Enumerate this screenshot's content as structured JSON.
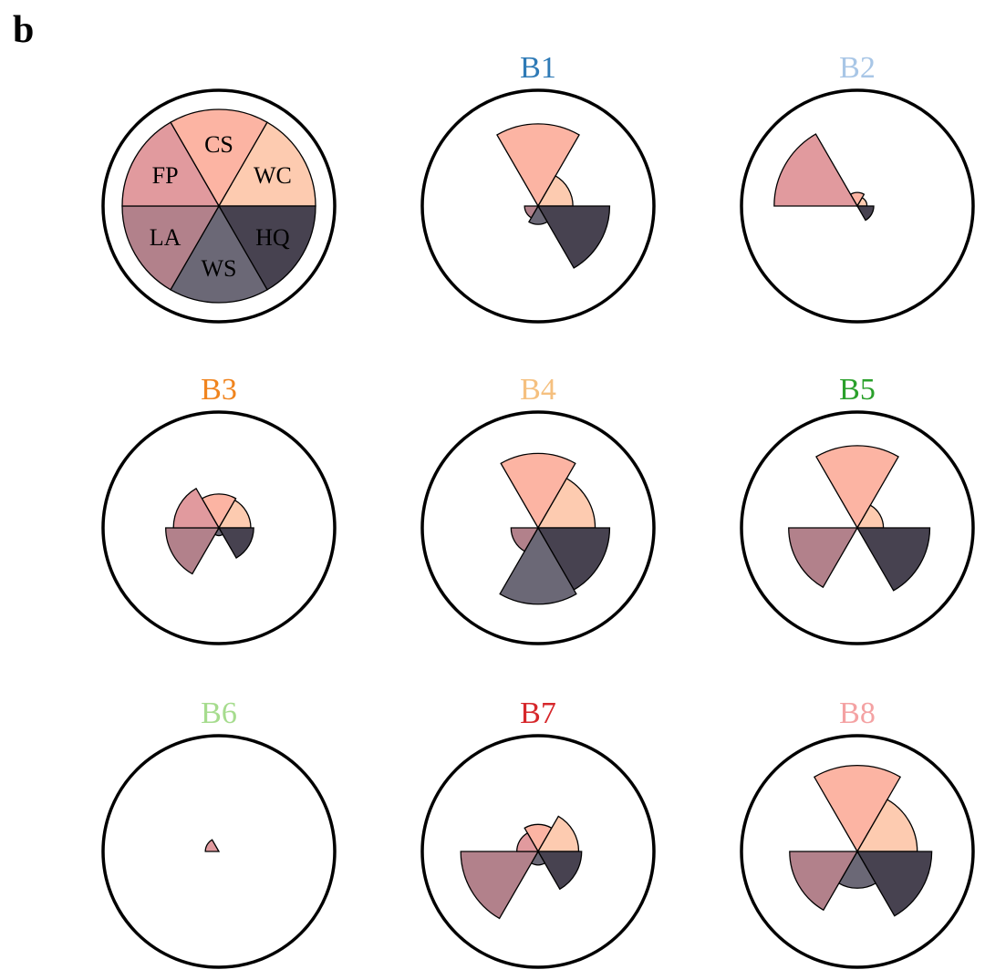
{
  "panel_label": "b",
  "colors": {
    "CS": "#fcb4a3",
    "WC": "#fdcbb0",
    "HQ": "#474250",
    "WS": "#6b6876",
    "LA": "#b2818b",
    "FP": "#e19a9e"
  },
  "chart_data": {
    "type": "polar-bar",
    "categories": [
      "CS",
      "WC",
      "HQ",
      "WS",
      "LA",
      "FP"
    ],
    "legend": {
      "labels": [
        "CS",
        "WC",
        "HQ",
        "WS",
        "LA",
        "FP"
      ]
    },
    "panels": [
      {
        "title": "B1",
        "title_color": "#2e7ab6",
        "values": [
          0.85,
          0.36,
          0.74,
          0.19,
          0.14,
          0.0
        ]
      },
      {
        "title": "B2",
        "title_color": "#a8c6e6",
        "values": [
          0.14,
          0.1,
          0.17,
          0.0,
          0.0,
          0.86
        ]
      },
      {
        "title": "B3",
        "title_color": "#f0841e",
        "values": [
          0.35,
          0.33,
          0.36,
          0.08,
          0.55,
          0.47
        ]
      },
      {
        "title": "B4",
        "title_color": "#f5c07f",
        "values": [
          0.77,
          0.59,
          0.74,
          0.79,
          0.28,
          0.0
        ]
      },
      {
        "title": "B5",
        "title_color": "#2aa02b",
        "values": [
          0.85,
          0.27,
          0.75,
          0.0,
          0.71,
          0.0
        ]
      },
      {
        "title": "B6",
        "title_color": "#a6dc8e",
        "values": [
          0.0,
          0.0,
          0.0,
          0.0,
          0.0,
          0.14
        ]
      },
      {
        "title": "B7",
        "title_color": "#d6272b",
        "values": [
          0.28,
          0.42,
          0.45,
          0.14,
          0.8,
          0.22
        ]
      },
      {
        "title": "B8",
        "title_color": "#f4a2a3",
        "values": [
          0.89,
          0.62,
          0.77,
          0.38,
          0.7,
          0.0
        ]
      }
    ]
  }
}
